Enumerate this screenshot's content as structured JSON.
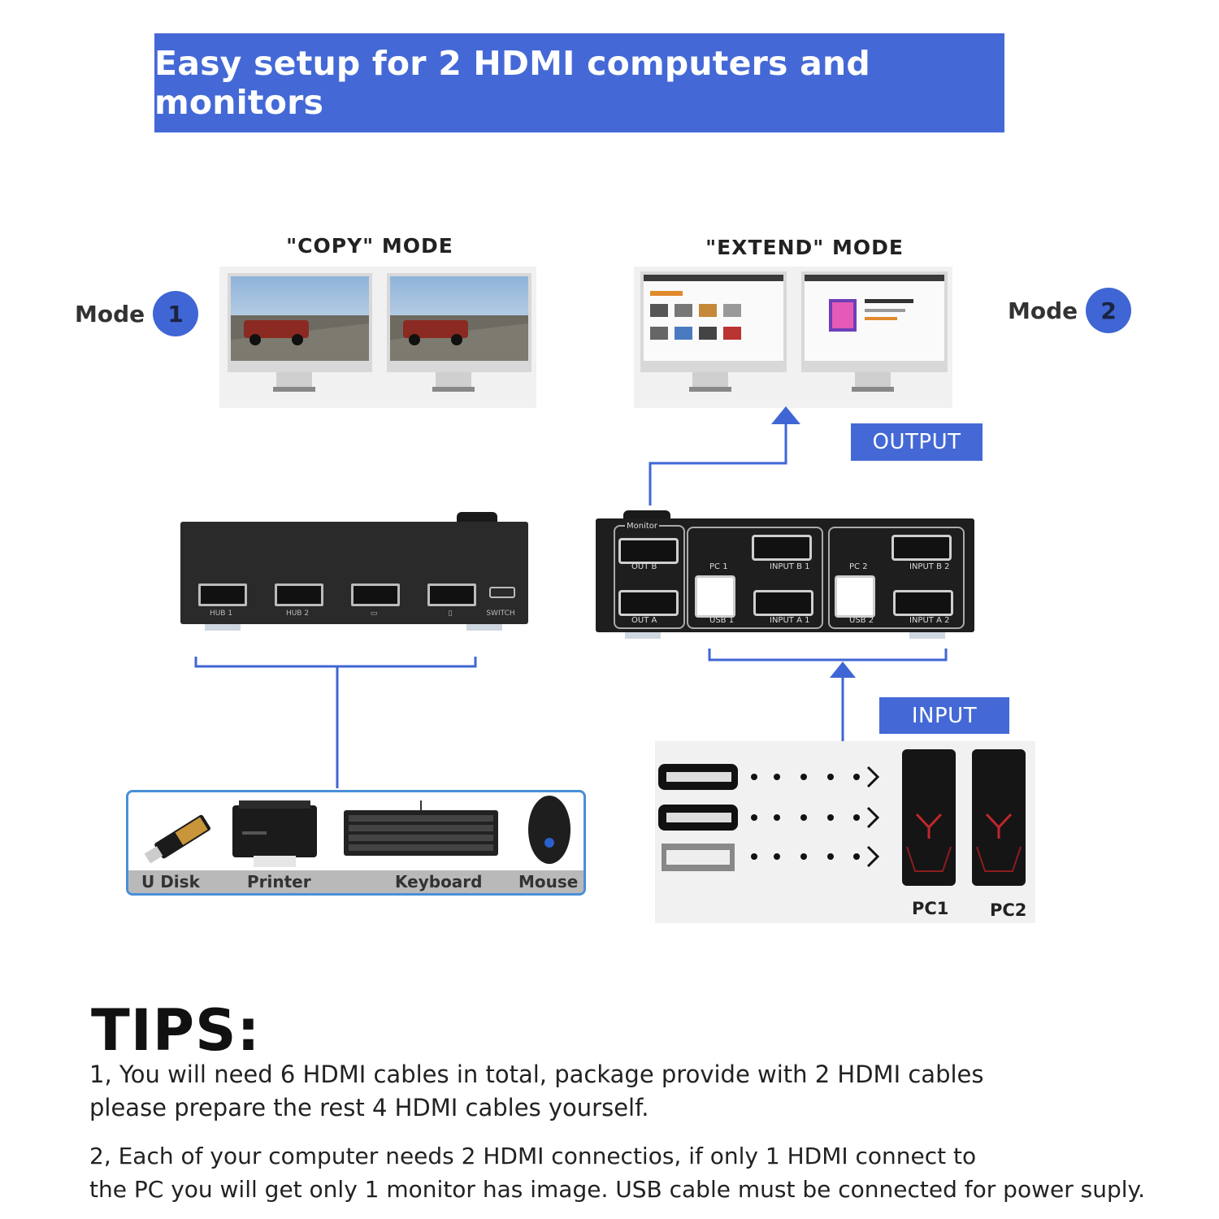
{
  "banner": {
    "title": "Easy setup for 2 HDMI computers and monitors"
  },
  "copy_mode": {
    "title": "\"COPY\" MODE",
    "mode_label": "Mode",
    "mode_number": "1"
  },
  "extend_mode": {
    "title": "\"EXTEND\" MODE",
    "mode_label": "Mode",
    "mode_number": "2"
  },
  "tags": {
    "output": "OUTPUT",
    "input": "INPUT"
  },
  "usb_hub_device": {
    "ports": [
      "HUB 1",
      "HUB 2",
      "",
      ""
    ],
    "switch_label": "SWITCH"
  },
  "kvm_device": {
    "monitor_label": "Monitor",
    "out_b": "OUT B",
    "out_a": "OUT A",
    "pc1": "PC 1",
    "pc2": "PC 2",
    "input_b1": "INPUT B 1",
    "input_b2": "INPUT B 2",
    "input_a1": "INPUT A 1",
    "input_a2": "INPUT A 2",
    "usb1": "USB 1",
    "usb2": "USB 2"
  },
  "peripherals": [
    "U Disk",
    "Printer",
    "Keyboard",
    "Mouse"
  ],
  "computers": [
    "PC1",
    "PC2"
  ],
  "tips": {
    "title": "TIPS:",
    "line1a": "1, You will need 6 HDMI cables in total, package provide with 2 HDMI  cables",
    "line1b": "please prepare the rest 4 HDMI cables yourself.",
    "line2a": "2, Each of your computer needs 2 HDMI connectios, if only 1 HDMI connect to",
    "line2b": "the PC you will get only 1 monitor has image. USB cable must be connected for power suply."
  },
  "colors": {
    "accent": "#4469d6",
    "line": "#3f66d4"
  }
}
